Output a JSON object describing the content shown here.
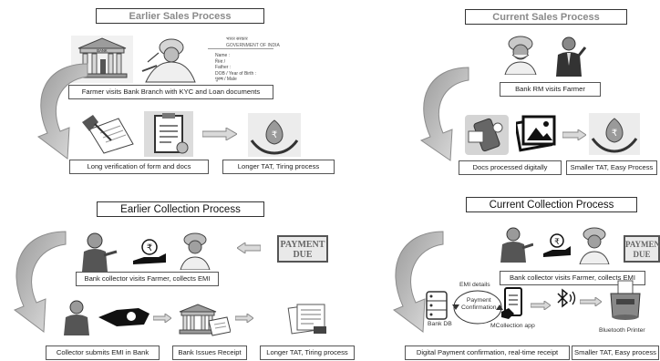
{
  "quadrants": {
    "earlier_sales": {
      "title": "Earlier Sales Process",
      "caption_visit": "Farmer visits Bank Branch with KYC and Loan documents",
      "caption_verify": "Long verification of form and docs",
      "caption_tat": "Longer TAT, Tiring process",
      "bank_sign": "BANK",
      "doc_header": "भारत सरकार\nGOVERNMENT OF INDIA",
      "doc_lines": "Name :\nपिता /\nFather :\nDOB / Year of Birth :\nपुरुष / Male"
    },
    "current_sales": {
      "title": "Current Sales Process",
      "caption_visit": "Bank RM visits Farmer",
      "caption_docs": "Docs processed digitally",
      "caption_tat": "Smaller TAT, Easy Process"
    },
    "earlier_collection": {
      "title": "Earlier Collection Process",
      "due_line1": "PAYMENT",
      "due_line2": "DUE",
      "caption_visit": "Bank collector visits Farmer, collects EMI",
      "caption_submit": "Collector submits EMI in Bank",
      "caption_receipt": "Bank Issues Receipt",
      "caption_tat": "Longer TAT, Tiring process"
    },
    "current_collection": {
      "title": "Current Collection Process",
      "due_line1": "PAYMENT",
      "due_line2": "DUE",
      "caption_visit": "Bank collector visits Farmer, collects EMI",
      "label_emi": "EMI details",
      "label_confirm": "Payment\nConfirmation",
      "label_db": "Bank DB",
      "label_app": "MCollection app",
      "label_printer": "Bluetooth Printer",
      "caption_digital": "Digital Payment confirmation, real-time receipt",
      "caption_tat": "Smaller TAT, Easy process"
    }
  },
  "icons": [
    "bank-building-icon",
    "farmer-icon",
    "id-card-icon",
    "document-sign-icon",
    "clipboard-icon",
    "money-bag-hands-icon",
    "officer-icon",
    "mobile-docs-icon",
    "gallery-icon",
    "rupee-hand-icon",
    "payment-due-stamp",
    "cash-handover-icon",
    "receipt-bank-icon",
    "invoice-icon",
    "database-icon",
    "smartphone-icon",
    "bluetooth-icon",
    "printer-icon",
    "curved-arrow-icon",
    "right-arrow-icon"
  ],
  "colors": {
    "muted_title": "#8a8a8a",
    "arrow_fill": "#d9d9d9",
    "arrow_stroke": "#8c8c8c"
  }
}
